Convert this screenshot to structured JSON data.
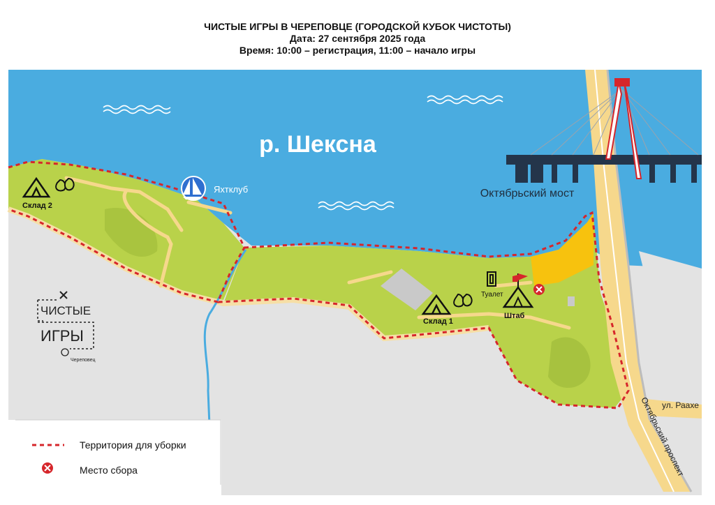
{
  "header": {
    "title": "ЧИСТЫЕ ИГРЫ В ЧЕРЕПОВЦЕ (ГОРОДСКОЙ КУБОК ЧИСТОТЫ)",
    "date": "Дата: 27 сентября 2025 года",
    "time": "Время: 10:00 – регистрация, 11:00 – начало игры"
  },
  "map": {
    "river": "р. Шексна",
    "bridge": "Октябрьский мост",
    "yacht_club": "Яхтклуб",
    "warehouse_1": "Склад 1",
    "warehouse_2": "Склад 2",
    "headquarters": "Штаб",
    "toilet": "Туалет",
    "street_raakhe": "ул. Раахе",
    "prospect": "Октябрьский проспект"
  },
  "logo": {
    "line1": "ЧИСТЫЕ",
    "line2": "ИГРЫ",
    "city": "Череповец"
  },
  "legend": {
    "items": [
      {
        "label": "Территория для уборки",
        "symbol": "red-dashed-line"
      },
      {
        "label": "Место сбора",
        "symbol": "red-x-circle"
      }
    ]
  },
  "colors": {
    "water": "#4aace0",
    "grass": "#b9d24a",
    "grass_dark": "#a7c23f",
    "sand": "#f6dfa6",
    "land": "#e2e2e2",
    "boundary": "#d6262b",
    "beach": "#f7c20e",
    "road": "#f6d88c"
  }
}
